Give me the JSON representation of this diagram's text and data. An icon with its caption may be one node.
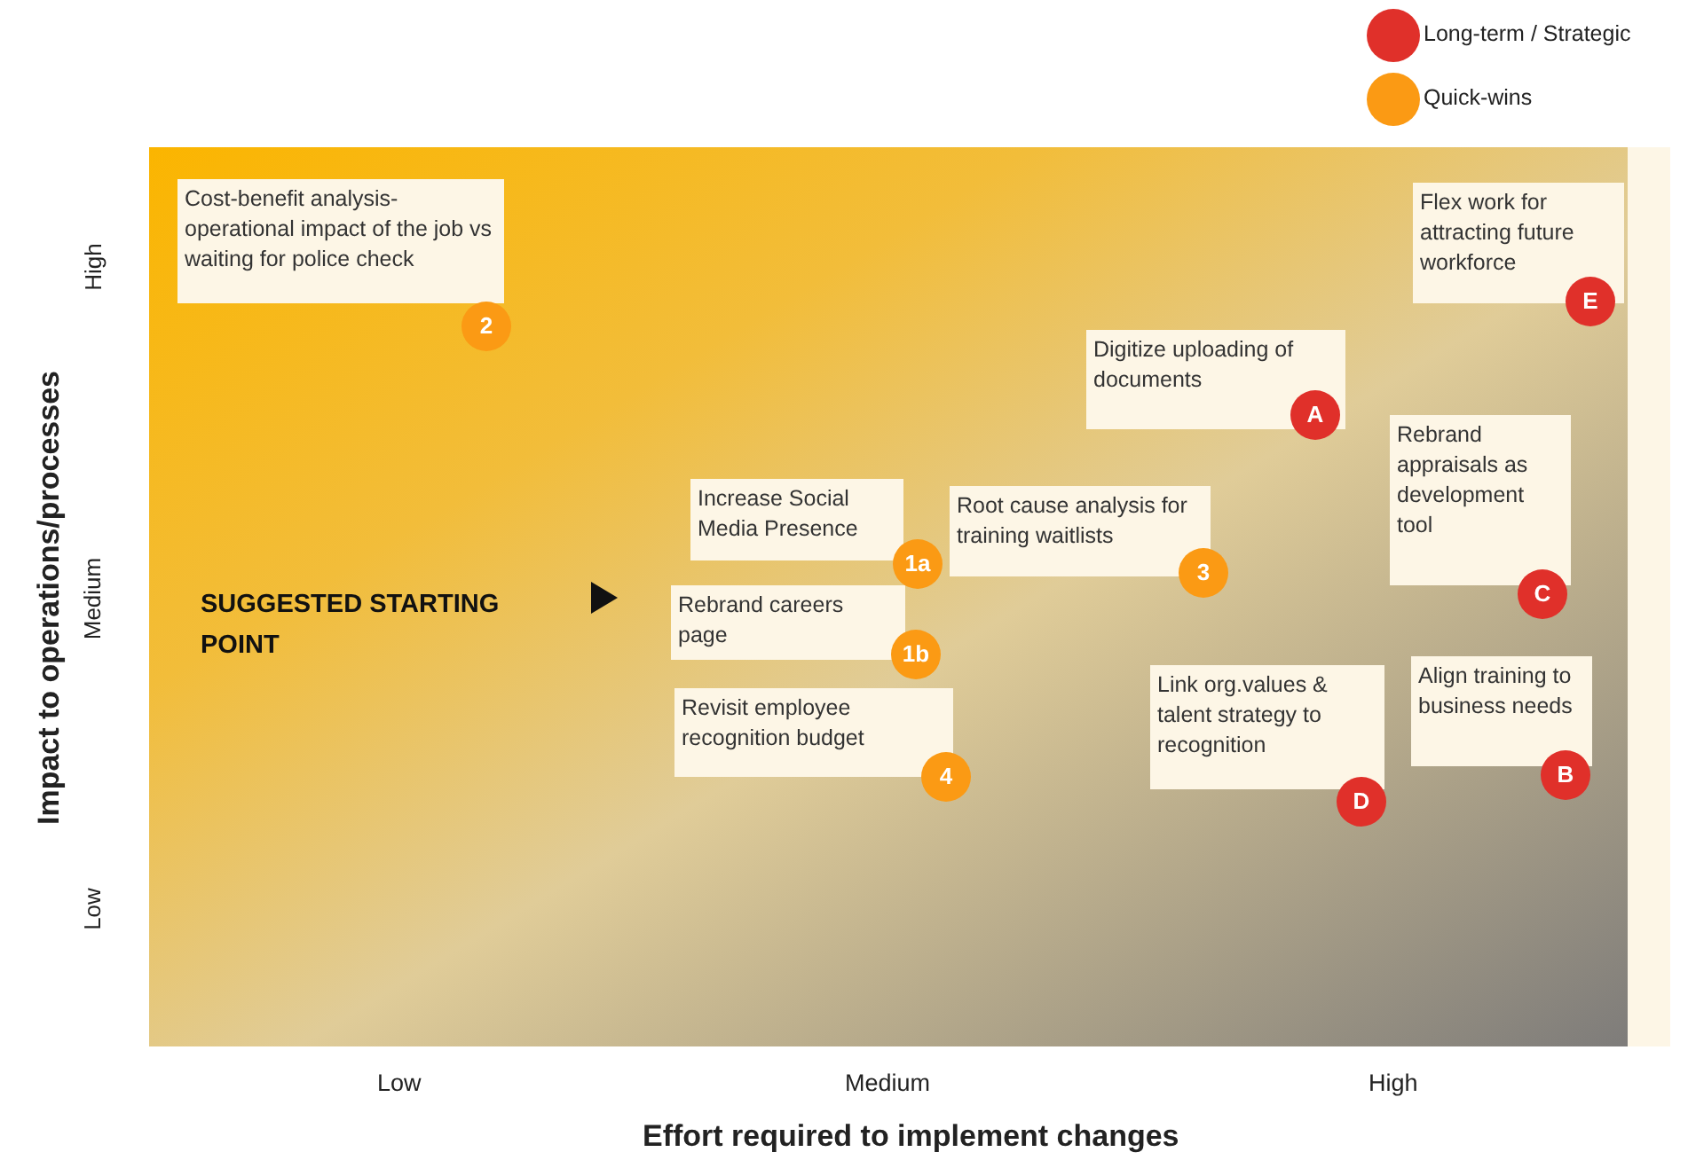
{
  "diagram": {
    "nodes": [
      {
        "text": [
          "Cost-benefit analysis-operational impact of the job vs waiting for police check",
          "2"
        ]
      },
      {
        "text": [
          "Flex work for attracting future workforce",
          "E"
        ]
      },
      {
        "text": [
          "Digitize uploading of documents",
          "A"
        ]
      },
      {
        "text": [
          "Rebrand appraisals as development tool",
          "C"
        ]
      },
      {
        "text": [
          "Increase Social Media Presence",
          "1a"
        ]
      },
      {
        "text": [
          "Root cause analysis for training  waitlists",
          "3"
        ]
      },
      {
        "text": [
          "Rebrand  careers page",
          "1b"
        ]
      },
      {
        "text": [
          "Align training to business needs",
          "B"
        ]
      },
      {
        "text": [
          "Link org.values & talent strategy to recognition",
          "D"
        ]
      },
      {
        "text": [
          "Revisit employee recognition budget",
          "4"
        ]
      }
    ],
    "labels": [
      "High",
      "Medium",
      "Low",
      "Impact to operations/processes",
      "SUGGESTED STARTING POINT",
      "Low",
      "Medium",
      "High",
      "Effort required to implement changes"
    ],
    "legend": [
      {
        "text": "Long-term / Strategic",
        "color": "#e0302a"
      },
      {
        "text": "Quick-wins",
        "color": "#fb9a14"
      }
    ]
  }
}
